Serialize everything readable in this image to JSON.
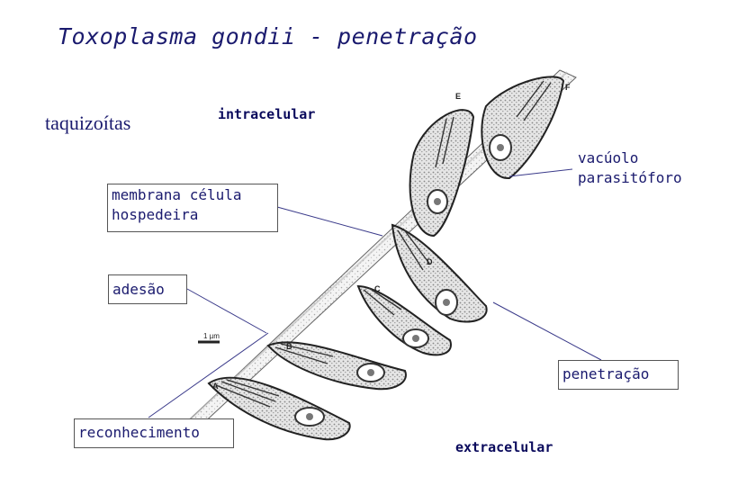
{
  "title": "Toxoplasma gondii - penetração",
  "subject_label": "taquizoítas",
  "phases": {
    "intracellular": "intracelular",
    "extracellular": "extracelular"
  },
  "callouts": {
    "membrane_line1": "membrana célula",
    "membrane_line2": "hospedeira",
    "vacuole_line1": "vacúolo",
    "vacuole_line2": "parasitóforo",
    "adhesion": "adesão",
    "penetration": "penetração",
    "recognition": "reconhecimento"
  },
  "figure_marks": {
    "scale": "1 µm",
    "stage_letters": [
      "A",
      "B",
      "C",
      "D",
      "E",
      "F"
    ]
  },
  "colors": {
    "title": "#1a1a6e",
    "text": "#0a0a5c",
    "leader_line": "#3a3a8a",
    "drawing": "#222222"
  }
}
